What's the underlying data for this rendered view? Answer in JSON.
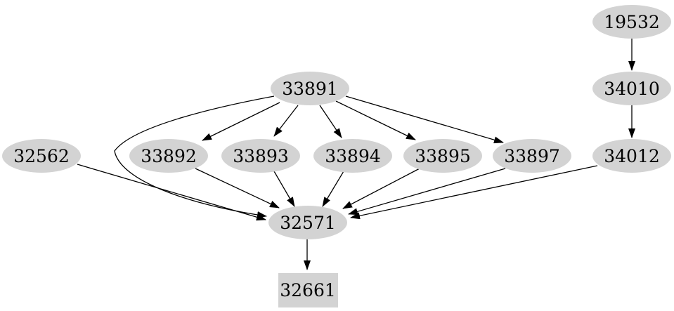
{
  "graph": {
    "type": "directed-graph",
    "background_color": "#ffffff",
    "node_fill_color": "#d3d3d3",
    "node_text_color": "#000000",
    "edge_color": "#000000"
  },
  "nodes": [
    {
      "id": "19532",
      "label": "19532",
      "shape": "ellipse"
    },
    {
      "id": "34010",
      "label": "34010",
      "shape": "ellipse"
    },
    {
      "id": "34012",
      "label": "34012",
      "shape": "ellipse"
    },
    {
      "id": "33891",
      "label": "33891",
      "shape": "ellipse"
    },
    {
      "id": "32562",
      "label": "32562",
      "shape": "ellipse"
    },
    {
      "id": "33892",
      "label": "33892",
      "shape": "ellipse"
    },
    {
      "id": "33893",
      "label": "33893",
      "shape": "ellipse"
    },
    {
      "id": "33894",
      "label": "33894",
      "shape": "ellipse"
    },
    {
      "id": "33895",
      "label": "33895",
      "shape": "ellipse"
    },
    {
      "id": "33897",
      "label": "33897",
      "shape": "ellipse"
    },
    {
      "id": "32571",
      "label": "32571",
      "shape": "ellipse"
    },
    {
      "id": "32661",
      "label": "32661",
      "shape": "box"
    }
  ],
  "edges": [
    {
      "from": "19532",
      "to": "34010"
    },
    {
      "from": "34010",
      "to": "34012"
    },
    {
      "from": "34012",
      "to": "32571"
    },
    {
      "from": "33891",
      "to": "33892"
    },
    {
      "from": "33891",
      "to": "33893"
    },
    {
      "from": "33891",
      "to": "33894"
    },
    {
      "from": "33891",
      "to": "33895"
    },
    {
      "from": "33891",
      "to": "33897"
    },
    {
      "from": "33891",
      "to": "32571"
    },
    {
      "from": "32562",
      "to": "32571"
    },
    {
      "from": "33892",
      "to": "32571"
    },
    {
      "from": "33893",
      "to": "32571"
    },
    {
      "from": "33894",
      "to": "32571"
    },
    {
      "from": "33895",
      "to": "32571"
    },
    {
      "from": "33897",
      "to": "32571"
    },
    {
      "from": "32571",
      "to": "32661"
    }
  ]
}
